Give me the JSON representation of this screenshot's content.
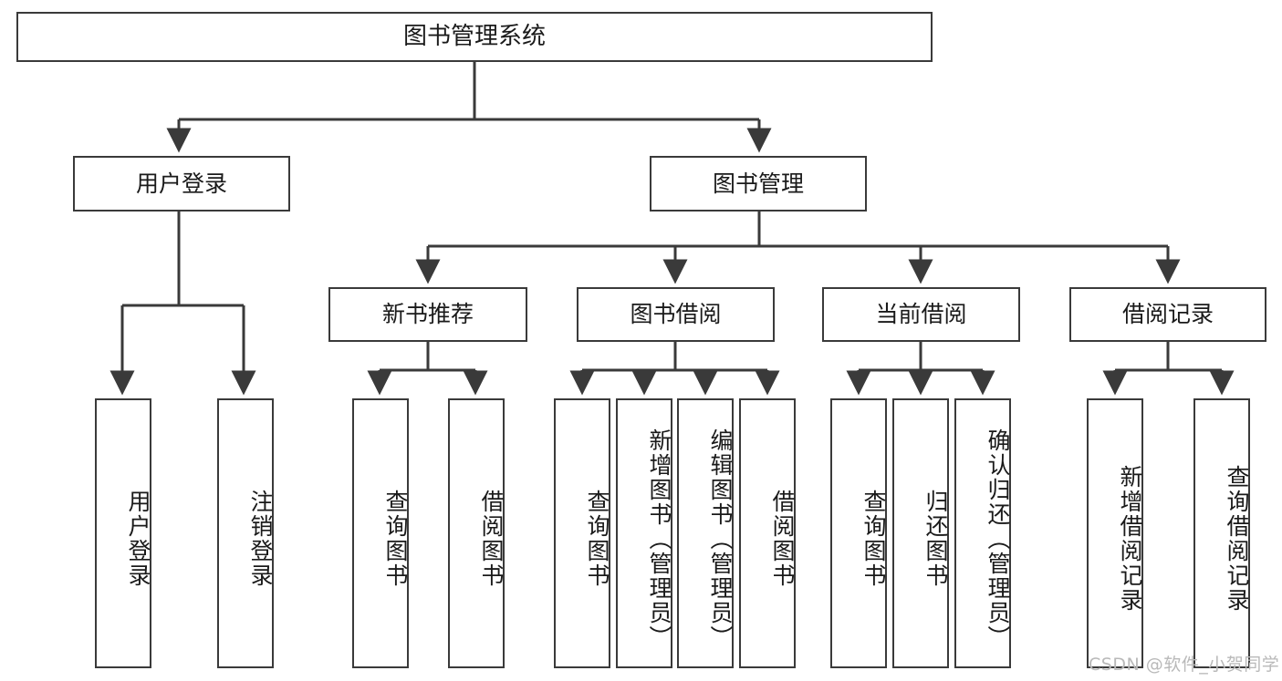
{
  "diagram": {
    "type": "tree-hierarchy",
    "title": "图书管理系统",
    "root": {
      "label": "图书管理系统"
    },
    "level1": [
      {
        "id": "user-login",
        "label": "用户登录"
      },
      {
        "id": "book-management",
        "label": "图书管理"
      }
    ],
    "level2": [
      {
        "id": "new-book-recommend",
        "label": "新书推荐",
        "parent": "book-management"
      },
      {
        "id": "book-borrow",
        "label": "图书借阅",
        "parent": "book-management"
      },
      {
        "id": "current-borrow",
        "label": "当前借阅",
        "parent": "book-management"
      },
      {
        "id": "borrow-record",
        "label": "借阅记录",
        "parent": "book-management"
      }
    ],
    "leaves": {
      "user-login": [
        {
          "id": "leaf-user-login",
          "label": "用户登录"
        },
        {
          "id": "leaf-logout-login",
          "label": "注销登录"
        }
      ],
      "new-book-recommend": [
        {
          "id": "leaf-query-book-1",
          "label": "查询图书"
        },
        {
          "id": "leaf-borrow-book-1",
          "label": "借阅图书"
        }
      ],
      "book-borrow": [
        {
          "id": "leaf-query-book-2",
          "label": "查询图书"
        },
        {
          "id": "leaf-add-book",
          "label": "新增图书（管理员）"
        },
        {
          "id": "leaf-edit-book",
          "label": "编辑图书（管理员）"
        },
        {
          "id": "leaf-borrow-book-2",
          "label": "借阅图书"
        }
      ],
      "current-borrow": [
        {
          "id": "leaf-query-book-3",
          "label": "查询图书"
        },
        {
          "id": "leaf-return-book",
          "label": "归还图书"
        },
        {
          "id": "leaf-confirm-return",
          "label": "确认归还（管理员）"
        }
      ],
      "borrow-record": [
        {
          "id": "leaf-add-record",
          "label": "新增借阅记录"
        },
        {
          "id": "leaf-query-record",
          "label": "查询借阅记录"
        }
      ]
    },
    "colors": {
      "stroke": "#3a3a3a",
      "fill": "#ffffff",
      "text": "#1a1a1a",
      "watermark": "#b9b9b9"
    }
  },
  "watermark": {
    "text": "CSDN @软件_小贺同学"
  }
}
